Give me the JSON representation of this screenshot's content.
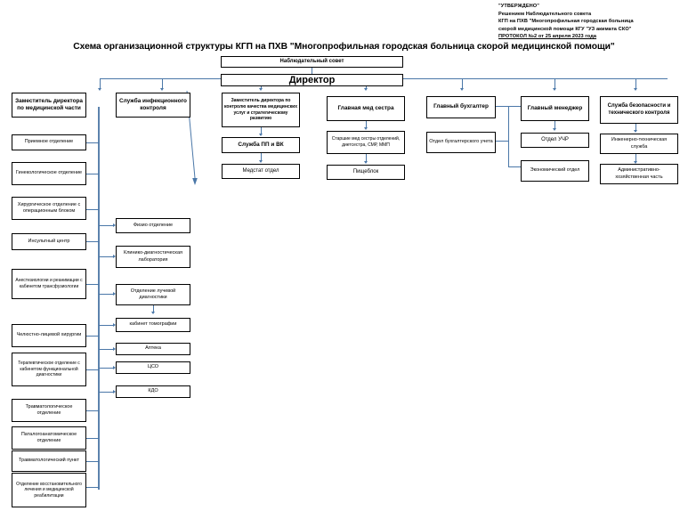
{
  "header": {
    "approval_lines": [
      "\"УТВЕРЖДЕНО\"",
      "Решением Наблюдательного совета",
      "КГП на ПХВ \"Многопрофильная городская больница",
      "скорой медицинской помощи КГУ \"УЗ акимата СКО\"",
      "ПРОТОКОЛ №2 от 25 апреля 2023 года"
    ],
    "title": "Схема организационной структуры КГП на ПХВ \"Многопрофильная городская больница скорой медицинской помощи\""
  },
  "chart_data": {
    "type": "diagram",
    "diagram_kind": "organizational-chart",
    "title": "Схема организационной структуры КГП на ПХВ \"Многопрофильная городская больница скорой медицинской помощи\"",
    "accent_color": "#4a77a8",
    "box_border_color": "#000000",
    "nodes": {
      "supervisory_board": "Наблюдательный совет",
      "director": "Директор"
    },
    "columns": [
      {
        "id": "col1",
        "head": "Заместитель директора по медицинской части",
        "children": [
          "Приемное отделение",
          "Гинекологическое отделение",
          "Хирургическое отделение с операционным блоком",
          "Инсультный центр",
          "Анестезиологии и реанимации с кабинетом трансфузиологии",
          "Челюстно-лицевой хирургии",
          "Терапевтическое отделение с кабинетом функциональной диагностики",
          "Травматологическое отделение",
          "Паталогоанатомическое отделение",
          "Травматологический пункт",
          "Отделение восстановительного лечения и медицинской реабилитации"
        ]
      },
      {
        "id": "col2",
        "head": "Служба инфекционного контроля",
        "children": [
          "Физио отделение",
          "Клинико-диагностическая лаборатория",
          "Отделение лучевой диагностики",
          "кабинет томографии",
          "Аптека",
          "ЦСО",
          "КДО"
        ]
      },
      {
        "id": "col3",
        "head": "Заместитель директора по контролю качества медицинских услуг и стратегическому развитию",
        "children": [
          "Служба ПП и ВК",
          "Медстат отдел"
        ]
      },
      {
        "id": "col4",
        "head": "Главная мед сестра",
        "children": [
          "Старшие мед сестры отделений, диетсестра, СМР, ММП",
          "Пищеблок"
        ]
      },
      {
        "id": "col5",
        "head": "Главный бухгалтер",
        "children": [
          "Отдел бухгалтерского учета"
        ]
      },
      {
        "id": "col6",
        "head": "Главный менеджер",
        "children": [
          "Отдел УЧР",
          "Экономический отдел"
        ]
      },
      {
        "id": "col7",
        "head": "Служба безопасности и технического контроля",
        "children": [
          "Инженерно-техническая служба",
          "Административно-хозяйственная часть"
        ]
      }
    ]
  }
}
